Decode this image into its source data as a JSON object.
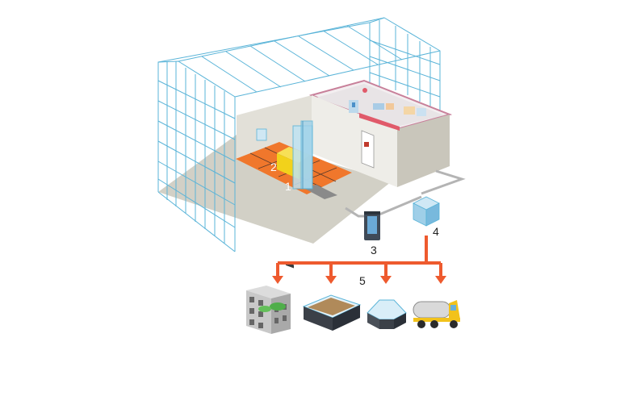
{
  "diagram": {
    "labels": {
      "l1": "1",
      "l2": "2",
      "l3": "3",
      "l4": "4",
      "l5": "5"
    },
    "destinations": [
      {
        "name": "green-wall-building-icon"
      },
      {
        "name": "planter-bed-icon"
      },
      {
        "name": "greenhouse-icon"
      },
      {
        "name": "tanker-truck-icon"
      }
    ],
    "colors": {
      "glass_lines": "#5ab4d8",
      "floor": "#d2d0c6",
      "wall": "#d7d5cc",
      "mat": "#f0772c",
      "machine": "#f2d21b",
      "pipe": "#b4b4b4",
      "distribution": "#ee5a2e"
    }
  }
}
